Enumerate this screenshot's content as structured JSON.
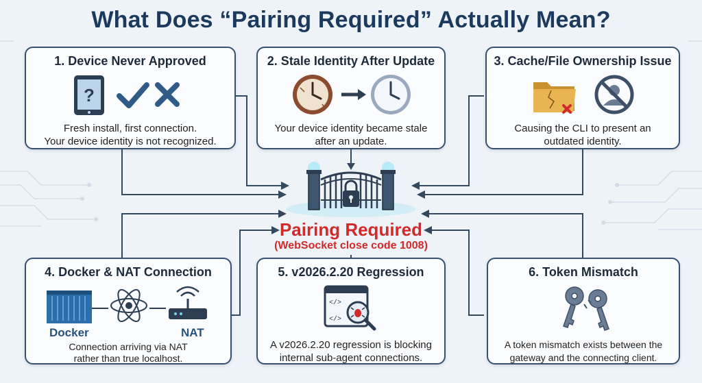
{
  "title": "What Does “Pairing Required” Actually Mean?",
  "center": {
    "title": "Pairing Required",
    "subtitle": "(WebSocket close code 1008)"
  },
  "cards": [
    {
      "title": "1. Device Never Approved",
      "description": "Fresh install, first connection.\nYour device identity is not recognized.",
      "icons": [
        "tablet-question-icon",
        "checkmark-icon",
        "cross-icon"
      ]
    },
    {
      "title": "2. Stale Identity After Update",
      "description": "Your device identity became stale\nafter an update.",
      "icons": [
        "old-clock-icon",
        "arrow-right-icon",
        "new-clock-icon"
      ]
    },
    {
      "title": "3. Cache/File Ownership Issue",
      "description": "Causing the CLI to present an\noutdated identity.",
      "icons": [
        "cracked-folder-icon",
        "blocked-user-icon"
      ]
    },
    {
      "title": "4. Docker & NAT Connection",
      "description": "Connection arriving via NAT\nrather than true localhost.",
      "icons": [
        "docker-container-icon",
        "network-atom-icon",
        "router-icon"
      ],
      "labels": {
        "docker": "Docker",
        "nat": "NAT"
      }
    },
    {
      "title": "5. v2026.2.20 Regression",
      "description": "A v2026.2.20 regression is blocking\ninternal sub-agent connections.",
      "icons": [
        "code-window-bug-icon"
      ]
    },
    {
      "title": "6. Token Mismatch",
      "description": "A token mismatch exists between the\ngateway and the connecting client.",
      "icons": [
        "broken-keys-icon"
      ]
    }
  ],
  "colors": {
    "title": "#1b3a5e",
    "alert": "#d12a2a",
    "card_border": "#37506d",
    "accent_blue": "#2a6fa8",
    "glow": "#39c6e6"
  }
}
